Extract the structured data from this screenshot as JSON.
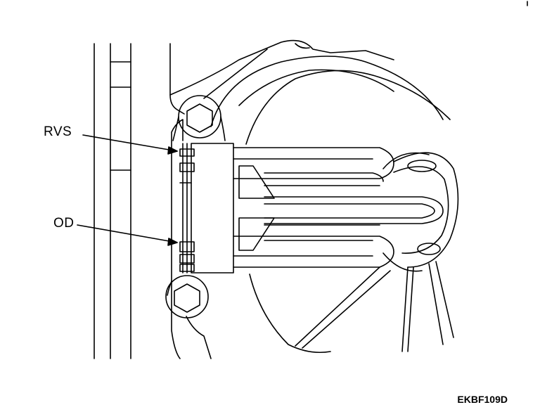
{
  "callouts": {
    "rvs": "RVS",
    "od": "OD"
  },
  "figure_code": "EKBF109D",
  "colors": {
    "line": "#000000",
    "background": "#ffffff"
  }
}
